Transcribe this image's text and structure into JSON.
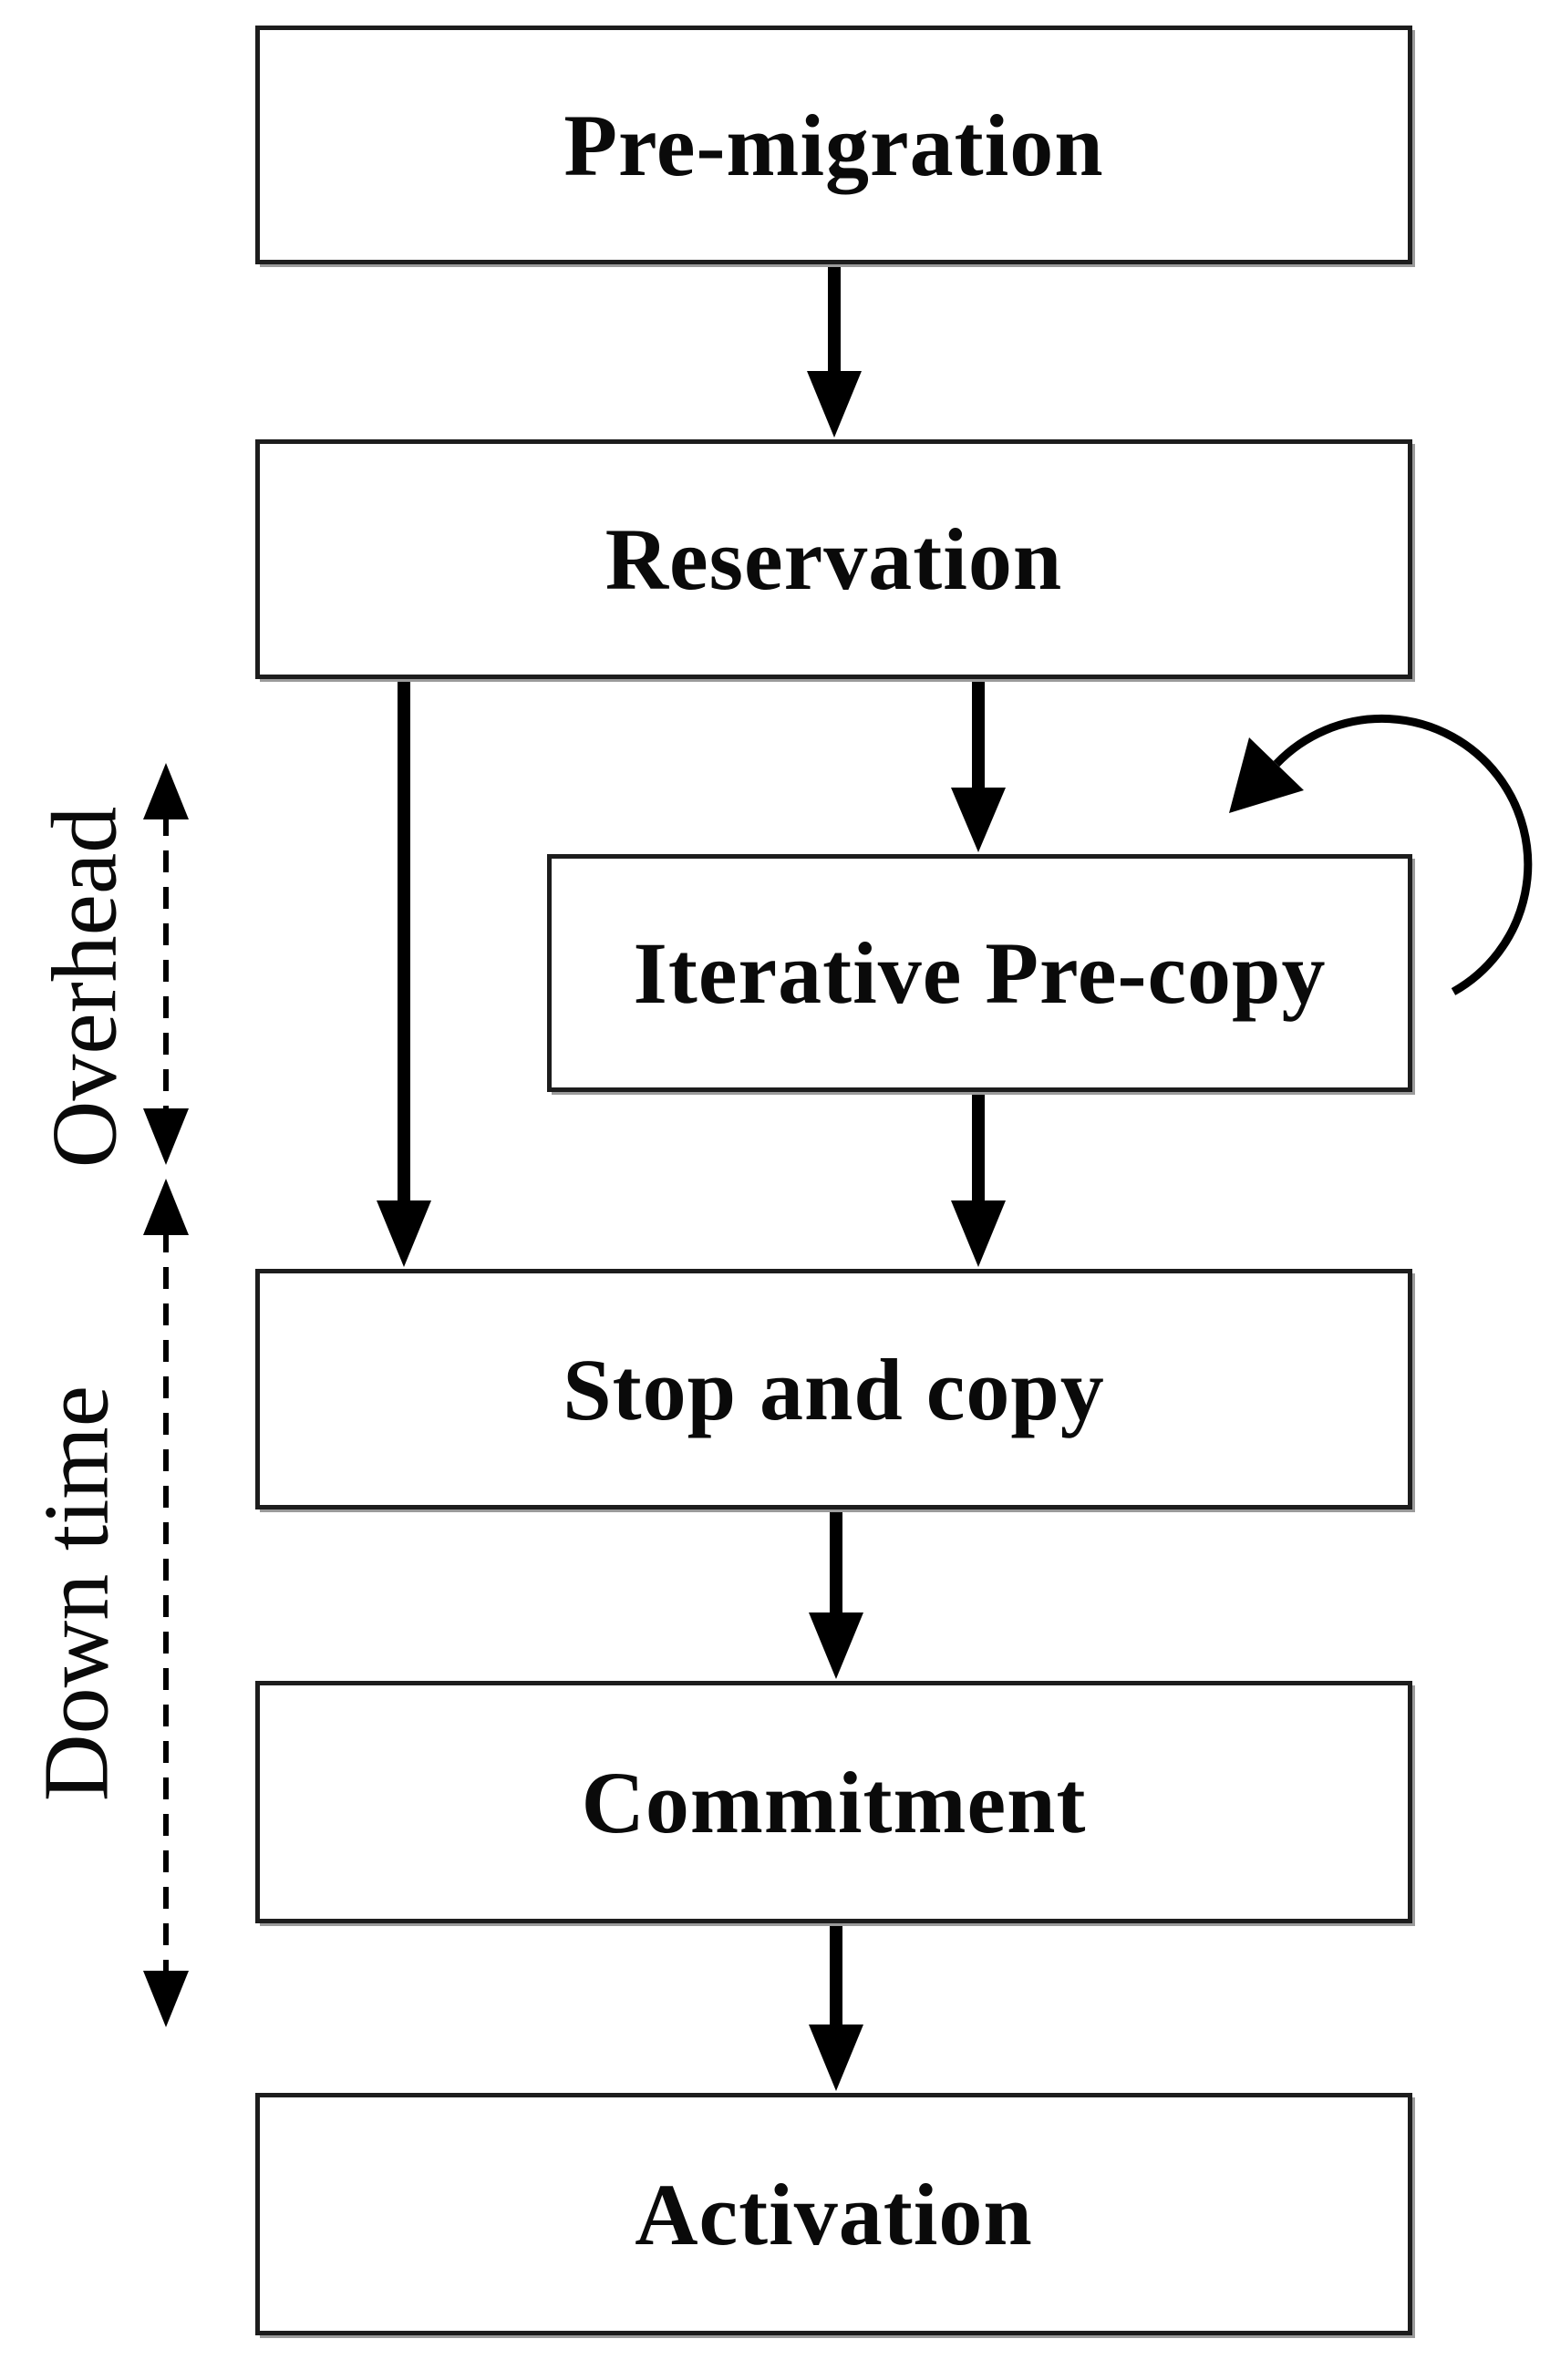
{
  "diagram": {
    "background": "#ffffff",
    "ink": "#000000",
    "box_border_color": "#1d1d1d",
    "box_fill": "#ffffff",
    "nodes": [
      {
        "id": "pre-migration",
        "label": "Pre-migration"
      },
      {
        "id": "reservation",
        "label": "Reservation"
      },
      {
        "id": "iterative-pre-copy",
        "label": "Iterative Pre-copy"
      },
      {
        "id": "stop-and-copy",
        "label": "Stop and copy"
      },
      {
        "id": "commitment",
        "label": "Commitment"
      },
      {
        "id": "activation",
        "label": "Activation"
      }
    ],
    "annotations": [
      {
        "id": "overhead",
        "label": "Overhead"
      },
      {
        "id": "down-time",
        "label": "Down time"
      }
    ],
    "edges": [
      {
        "from": "pre-migration",
        "to": "reservation",
        "type": "arrow"
      },
      {
        "from": "reservation",
        "to": "iterative-pre-copy",
        "type": "arrow"
      },
      {
        "from": "reservation",
        "to": "stop-and-copy",
        "type": "arrow"
      },
      {
        "from": "iterative-pre-copy",
        "to": "iterative-pre-copy",
        "type": "self-loop"
      },
      {
        "from": "iterative-pre-copy",
        "to": "stop-and-copy",
        "type": "arrow"
      },
      {
        "from": "stop-and-copy",
        "to": "commitment",
        "type": "arrow"
      },
      {
        "from": "commitment",
        "to": "activation",
        "type": "arrow"
      }
    ]
  }
}
